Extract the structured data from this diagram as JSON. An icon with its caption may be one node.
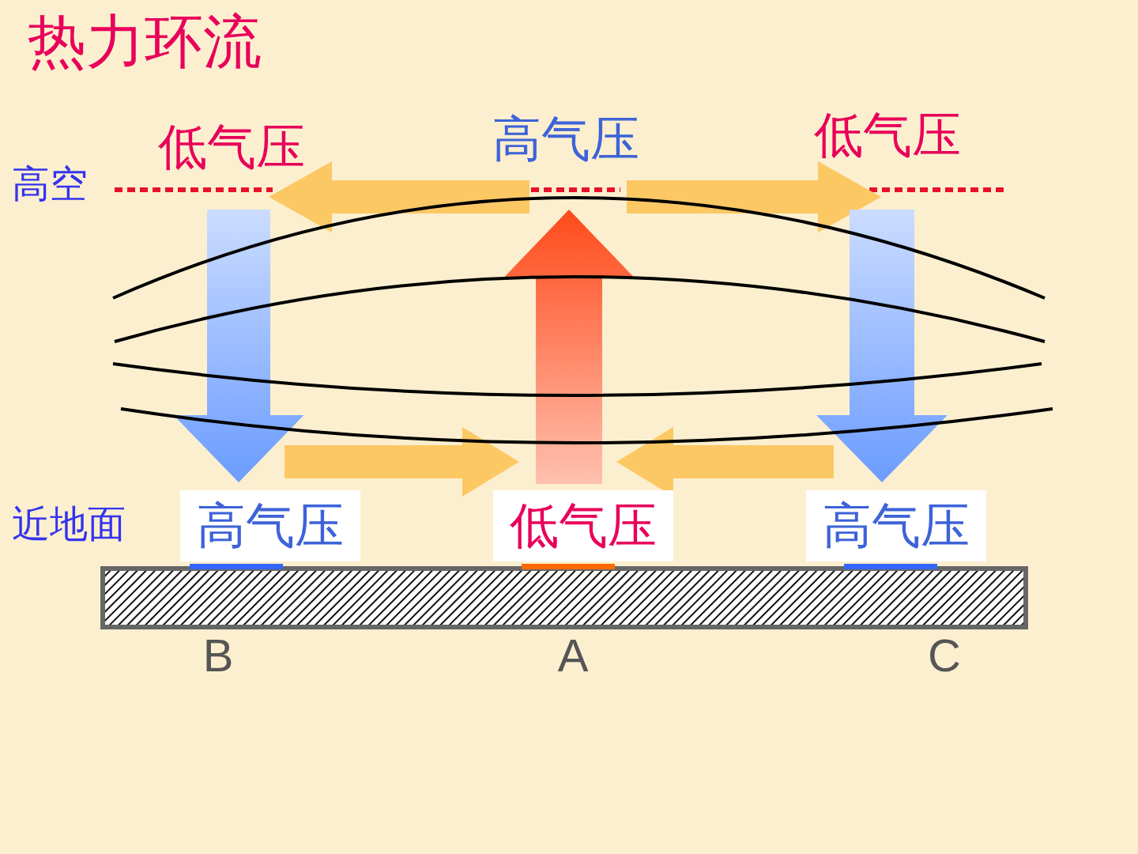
{
  "diagram": {
    "title": "热力环流",
    "nodes": [
      {
        "text": [
          "低气压"
        ]
      },
      {
        "text": [
          "高气压"
        ]
      },
      {
        "text": [
          "低气压"
        ]
      },
      {
        "text": [
          "高气压"
        ]
      },
      {
        "text": [
          "低气压"
        ]
      },
      {
        "text": [
          "高气压"
        ]
      }
    ],
    "edges": [
      {
        "from": 1,
        "to": 0,
        "arrow": "to"
      },
      {
        "from": 1,
        "to": 2,
        "arrow": "to"
      },
      {
        "from": 0,
        "to": 3,
        "arrow": "to",
        "color": "#6b9cff"
      },
      {
        "from": 2,
        "to": 5,
        "arrow": "to",
        "color": "#6b9cff"
      },
      {
        "from": 3,
        "to": 4,
        "arrow": "to"
      },
      {
        "from": 5,
        "to": 4,
        "arrow": "to"
      },
      {
        "from": 4,
        "to": 1,
        "arrow": "to",
        "color": "#ff4a1a"
      }
    ],
    "labels": [
      "高空",
      "近地面",
      "B",
      "A",
      "C"
    ]
  }
}
